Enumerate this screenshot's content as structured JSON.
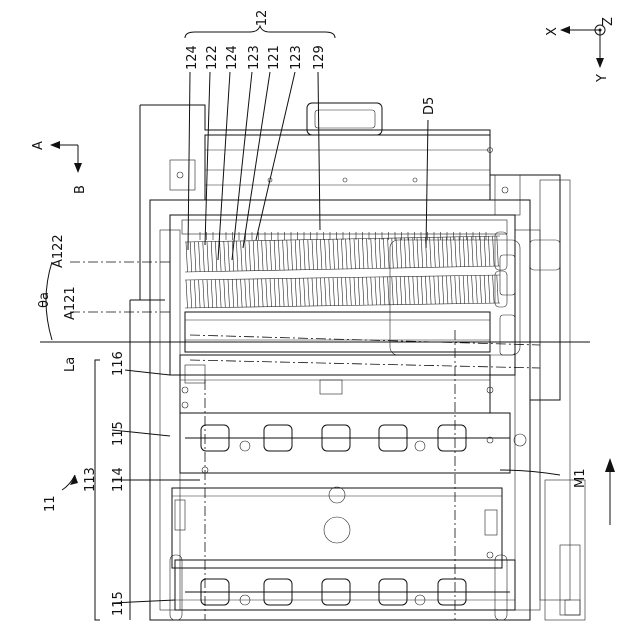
{
  "labels": {
    "group_12": "12",
    "p124a": "124",
    "p122": "122",
    "p124b": "124",
    "p123a": "123",
    "p121": "121",
    "p123b": "123",
    "p129": "129",
    "d5": "D5",
    "axis_x": "X",
    "axis_y": "Y",
    "axis_z": "Z",
    "dir_a": "A",
    "dir_b": "B",
    "a122": "A122",
    "theta_a": "θa",
    "a121": "A121",
    "la": "La",
    "p116": "116",
    "p115a": "115",
    "p113": "113",
    "p114": "114",
    "p11": "11",
    "p115b": "115",
    "m1": "M1"
  }
}
